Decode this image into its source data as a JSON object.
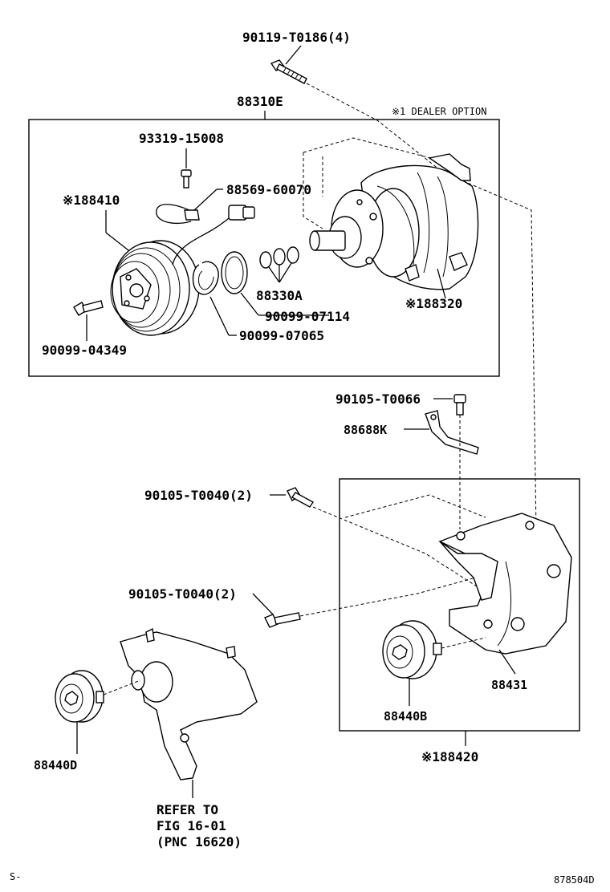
{
  "labels": {
    "bolt_top": "90119-T0186(4)",
    "assy": "88310E",
    "dealer_option": "※1 DEALER OPTION",
    "screw": "93319-15008",
    "wire": "88569-60070",
    "clutch": "※188410",
    "shim": "88330A",
    "compressor": "※188320",
    "snap_ring_1": "90099-07114",
    "snap_ring_2": "90099-07065",
    "clutch_bolt": "90099-04349",
    "bracket_bolt": "90105-T0066",
    "bracket_plate": "88688K",
    "bolt_mid_1": "90105-T0040(2)",
    "bolt_mid_2": "90105-T0040(2)",
    "bracket": "88431",
    "idler_b": "88440B",
    "bracket_assy": "※188420",
    "idler_d": "88440D",
    "refer_1": "REFER TO",
    "refer_2": "FIG 16-01",
    "refer_3": "(PNC 16620)",
    "footer_left": "S-",
    "footer_right": "878504D"
  }
}
